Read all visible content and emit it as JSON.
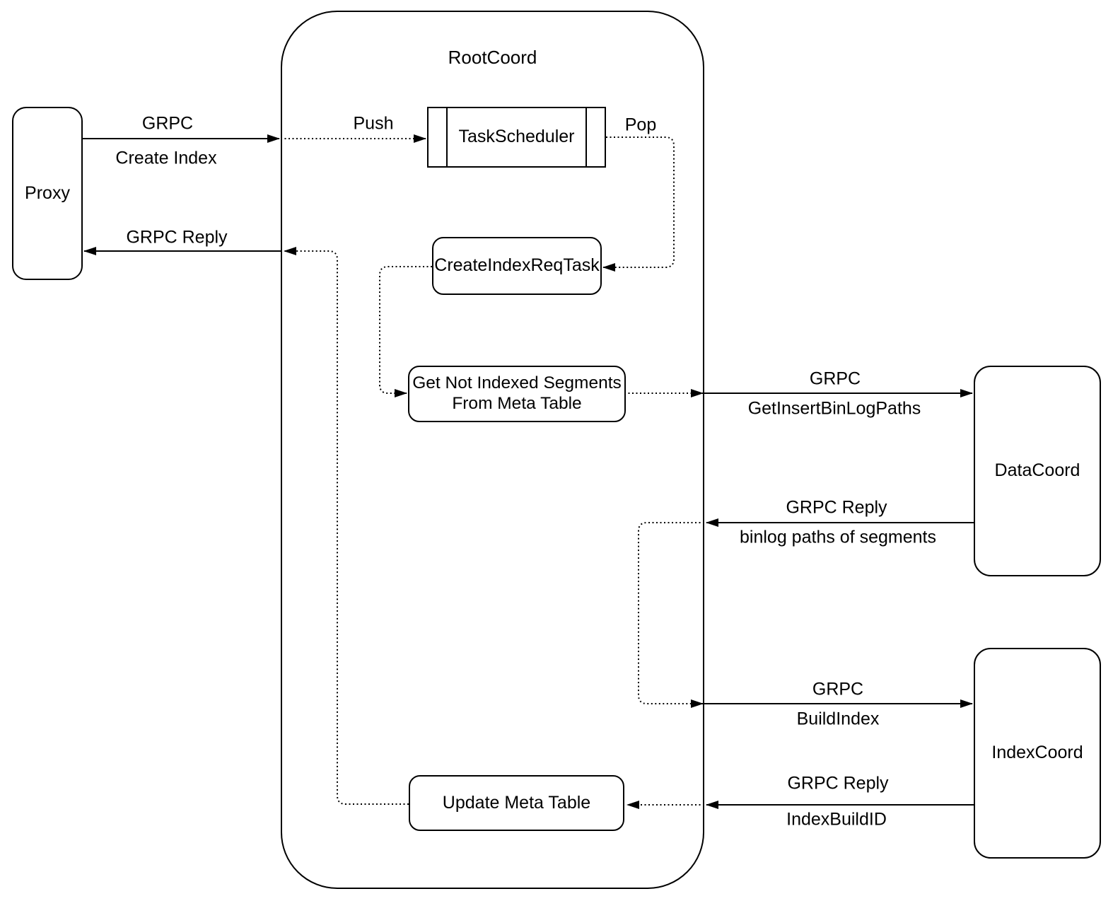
{
  "diagram": {
    "kind": "architecture-flow-diagram",
    "colors": {
      "line": "#000000",
      "background": "#ffffff",
      "node_fill": "#ffffff"
    }
  },
  "nodes": {
    "proxy": {
      "label": "Proxy"
    },
    "rootcoord": {
      "label": "RootCoord"
    },
    "task_scheduler": {
      "label": "TaskScheduler"
    },
    "create_index_req_task": {
      "label": "CreateIndexReqTask"
    },
    "get_not_indexed_segments": {
      "label": "Get Not Indexed Segments From Meta Table"
    },
    "update_meta_table": {
      "label": "Update Meta Table"
    },
    "datacoord": {
      "label": "DataCoord"
    },
    "indexcoord": {
      "label": "IndexCoord"
    }
  },
  "edges": {
    "grpc_create_index": {
      "line1": "GRPC",
      "line2": "Create Index"
    },
    "push": {
      "line1": "Push"
    },
    "pop": {
      "line1": "Pop"
    },
    "grpc_reply_to_proxy": {
      "line1": "GRPC Reply"
    },
    "get_insert_bin_log_paths": {
      "line1": "GRPC",
      "line2": "GetInsertBinLogPaths"
    },
    "binlog_paths_reply": {
      "line1": "GRPC Reply",
      "line2": "binlog paths of segments"
    },
    "build_index": {
      "line1": "GRPC",
      "line2": "BuildIndex"
    },
    "index_build_id_reply": {
      "line1": "GRPC Reply",
      "line2": "IndexBuildID"
    }
  }
}
